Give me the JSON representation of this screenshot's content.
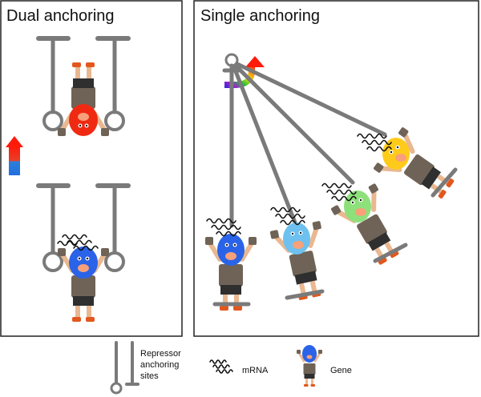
{
  "panels": {
    "dual": {
      "title": "Dual anchoring"
    },
    "single": {
      "title": "Single anchoring"
    }
  },
  "legend": {
    "anchor_line1": "Repressor",
    "anchor_line2": "anchoring",
    "anchor_line3": "sites",
    "mrna": "mRNA",
    "gene": "Gene"
  },
  "colors": {
    "anchor_gray": "#7a7a7a",
    "repressed_red": "#f02a12",
    "active_blue": "#2a63e8",
    "light_blue": "#6ec1ee",
    "light_green": "#8ee07a",
    "yellow": "#ffcb1a",
    "body_brown": "#6f6357",
    "skin": "#e9b891",
    "shoe": "#e2571e"
  },
  "icons": {
    "expression_arrow_dual": "red-to-blue-arrow-icon",
    "expression_arrow_single": "rainbow-curved-arrow-icon"
  }
}
